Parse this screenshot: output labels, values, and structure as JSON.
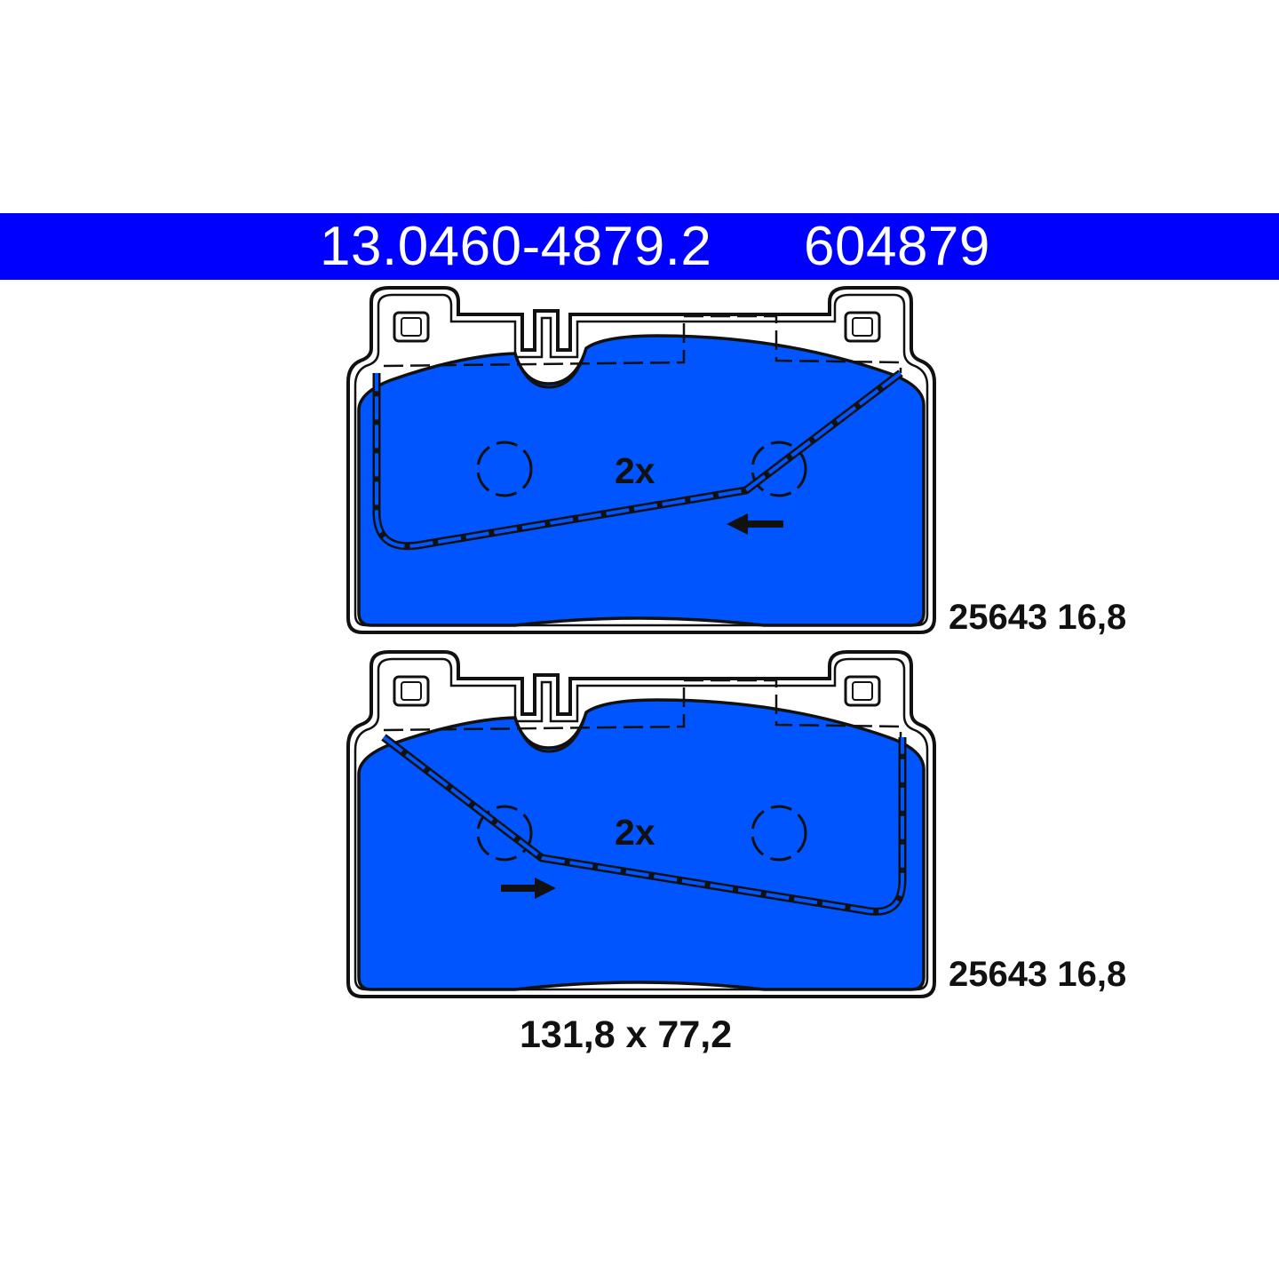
{
  "header": {
    "part_number": "13.0460-4879.2",
    "code": "604879"
  },
  "pads": [
    {
      "label": "25643 16,8",
      "count": "2x"
    },
    {
      "label": "25643 16,8",
      "count": "2x"
    }
  ],
  "dimensions": "131,8 x 77,2",
  "colors": {
    "banner": "#0000ff",
    "friction": "#0055ff",
    "outline": "#111111"
  }
}
